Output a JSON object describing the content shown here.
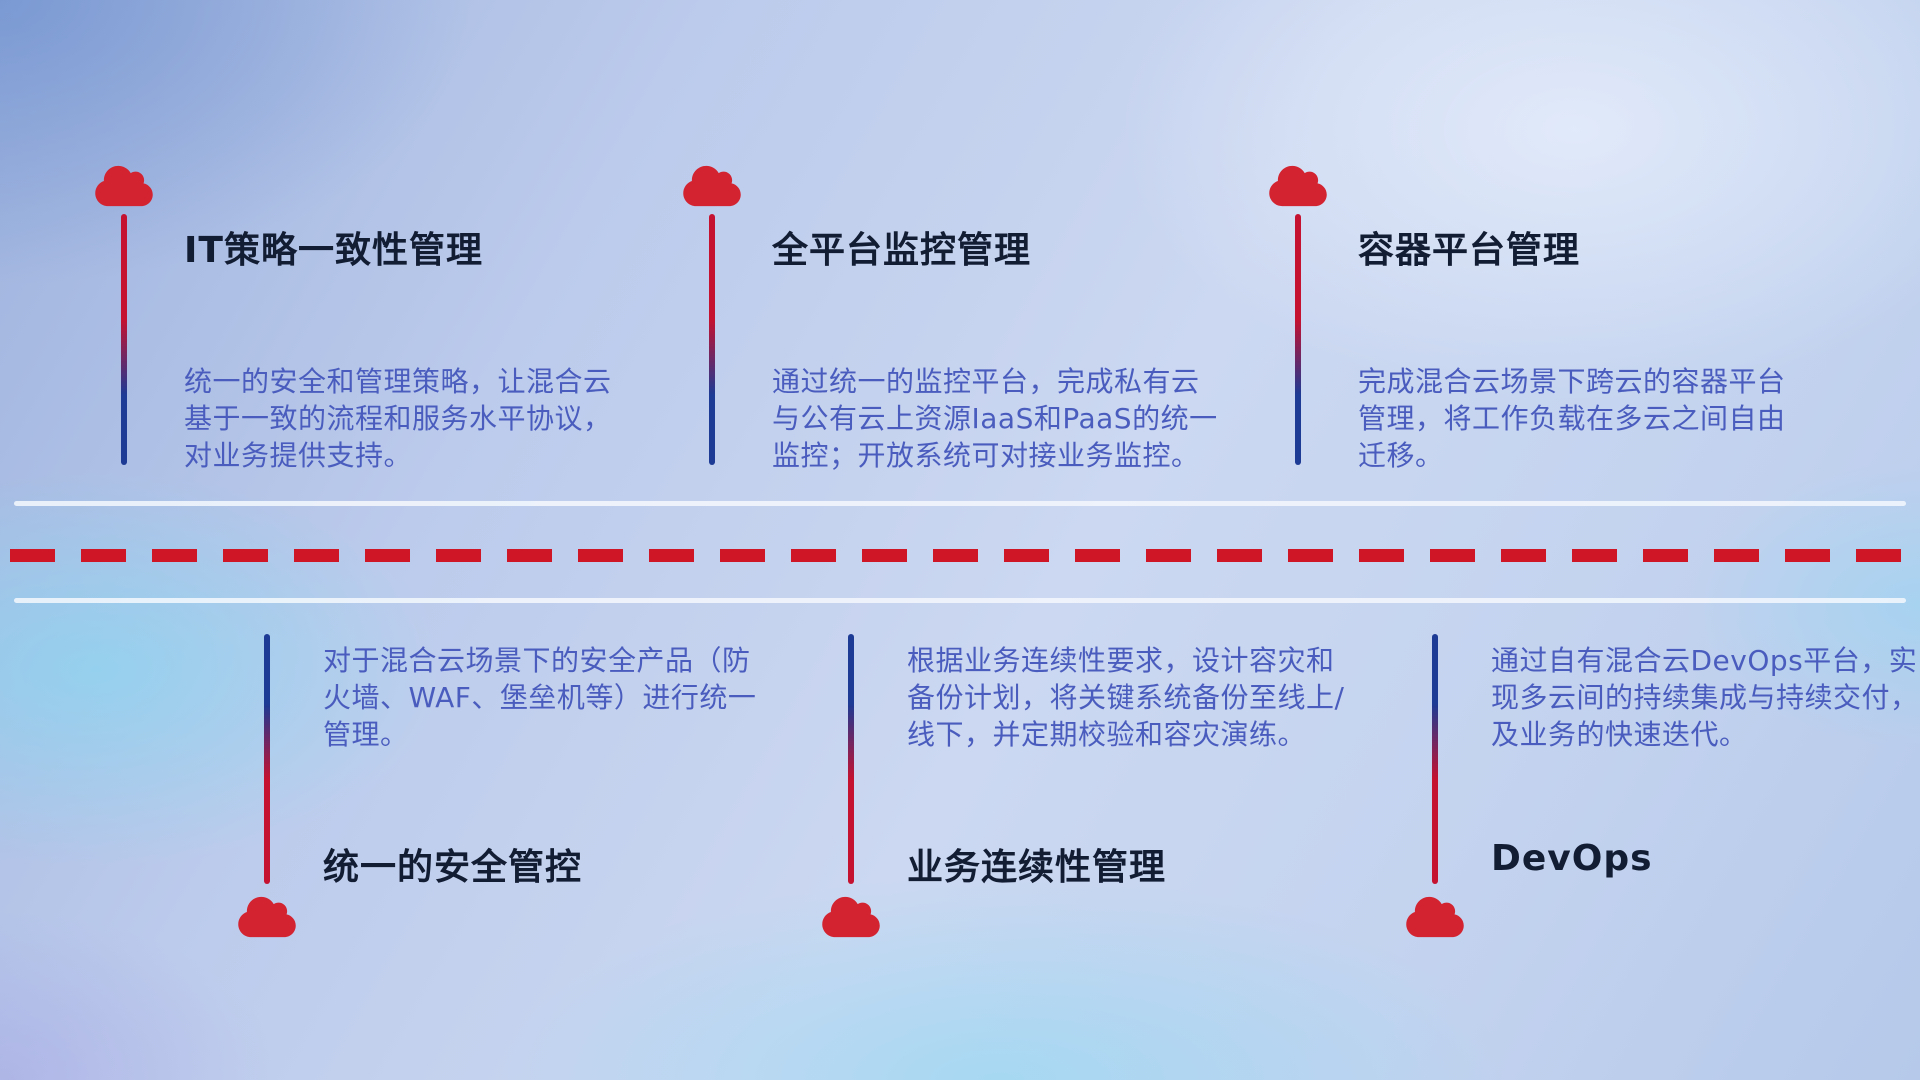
{
  "colors": {
    "accent_red": "#d32330",
    "accent_blue": "#1d3a94",
    "title_text": "#121c33",
    "description_text": "#4a5dbe",
    "dashed_line_red": "#cf1626"
  },
  "top_row": [
    {
      "icon": "cloud-icon",
      "title": "IT策略一致性管理",
      "description": "统一的安全和管理策略，让混合云基于一致的流程和服务水平协议，对业务提供支持。"
    },
    {
      "icon": "cloud-icon",
      "title": "全平台监控管理",
      "description": "通过统一的监控平台，完成私有云与公有云上资源IaaS和PaaS的统一监控；开放系统可对接业务监控。"
    },
    {
      "icon": "cloud-icon",
      "title": "容器平台管理",
      "description": "完成混合云场景下跨云的容器平台管理，将工作负载在多云之间自由迁移。"
    }
  ],
  "bottom_row": [
    {
      "icon": "cloud-icon",
      "title": "统一的安全管控",
      "description": "对于混合云场景下的安全产品（防火墙、WAF、堡垒机等）进行统一管理。"
    },
    {
      "icon": "cloud-icon",
      "title": "业务连续性管理",
      "description": "根据业务连续性要求，设计容灾和备份计划，将关键系统备份至线上/线下，并定期校验和容灾演练。"
    },
    {
      "icon": "cloud-icon",
      "title": "DevOps",
      "description": "通过自有混合云DevOps平台，实现多云间的持续集成与持续交付，及业务的快速迭代。"
    }
  ]
}
